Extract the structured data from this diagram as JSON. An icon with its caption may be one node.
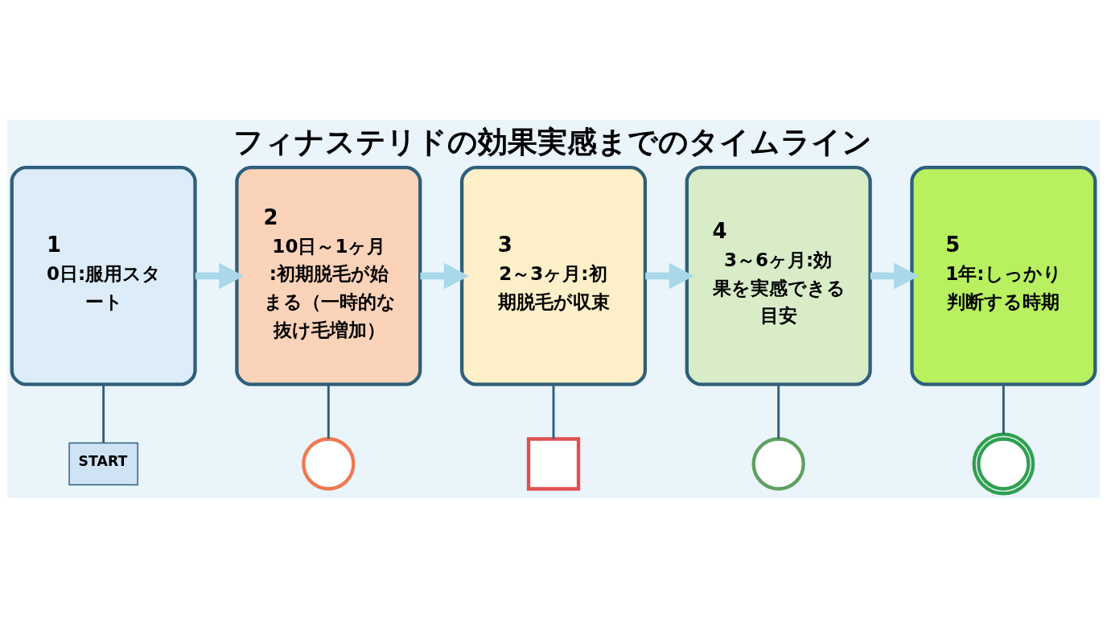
{
  "diagram": {
    "title": "フィナステリドの効果実感までのタイムライン",
    "nodes": [
      {
        "text": [
          "1",
          "0日:服用スタート"
        ]
      },
      {
        "text": [
          "2",
          "10日～1ヶ月:初期脱毛が始まる（一時的な抜け毛増加）"
        ]
      },
      {
        "text": [
          "3",
          "2～3ヶ月:初期脱毛が収束"
        ]
      },
      {
        "text": [
          "4",
          "3～6ヶ月:効果を実感できる目安"
        ]
      },
      {
        "text": [
          "5",
          "1年:しっかり判断する時期"
        ]
      },
      {
        "text": [
          "START"
        ]
      },
      {
        "text": [],
        "shape": "clock"
      },
      {
        "text": [],
        "shape": "calendar"
      },
      {
        "text": [],
        "shape": "magnifier"
      },
      {
        "text": [],
        "shape": "target"
      }
    ],
    "edges": [
      {
        "from": 0,
        "to": 1,
        "arrow": "to",
        "style": "thick",
        "color": "#a8d8ea"
      },
      {
        "from": 1,
        "to": 2,
        "arrow": "to",
        "style": "thick",
        "color": "#a8d8ea"
      },
      {
        "from": 2,
        "to": 3,
        "arrow": "to",
        "style": "thick",
        "color": "#a8d8ea"
      },
      {
        "from": 3,
        "to": 4,
        "arrow": "to",
        "style": "thick",
        "color": "#a8d8ea"
      },
      {
        "from": 0,
        "to": 5,
        "arrow": "none"
      },
      {
        "from": 1,
        "to": 6,
        "arrow": "none"
      },
      {
        "from": 2,
        "to": 7,
        "arrow": "none"
      },
      {
        "from": 3,
        "to": 8,
        "arrow": "none"
      },
      {
        "from": 4,
        "to": 9,
        "arrow": "none"
      }
    ]
  }
}
